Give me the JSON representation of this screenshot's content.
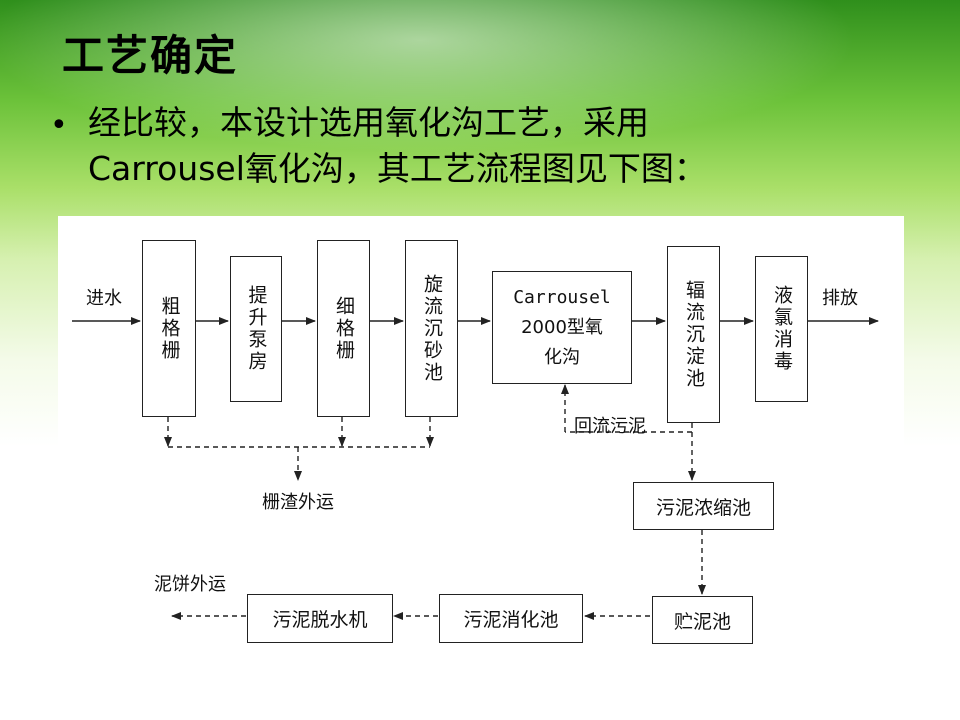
{
  "slide": {
    "title": "工艺确定",
    "bullet_line1": "经比较，本设计选用氧化沟工艺，采用",
    "bullet_line2": "Carrousel氧化沟，其工艺流程图见下图："
  },
  "diagram": {
    "inlet": "进水",
    "outlet": "排放",
    "coarse_screen": "粗格栅",
    "lift_pump": "提升泵房",
    "fine_screen": "细格栅",
    "grit_chamber": "旋流沉砂池",
    "oxidation_ditch_l1": "Carrousel",
    "oxidation_ditch_l2": "2000型氧",
    "oxidation_ditch_l3": "化沟",
    "settling_tank": "辐流沉淀池",
    "disinfection": "液氯消毒",
    "return_sludge": "回流污泥",
    "screenings_out": "栅渣外运",
    "thickener": "污泥浓缩池",
    "sludge_tank": "贮泥池",
    "digester": "污泥消化池",
    "dewatering": "污泥脱水机",
    "cake_out": "泥饼外运"
  }
}
